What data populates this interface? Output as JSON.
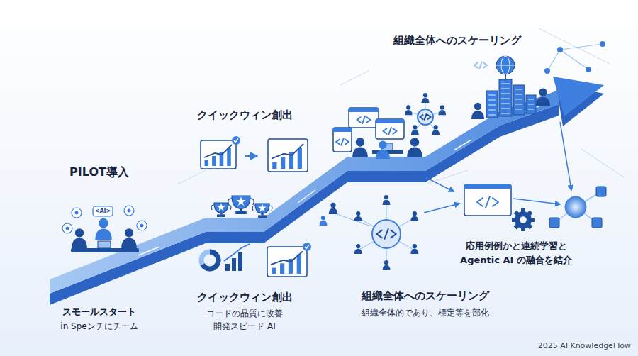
{
  "diagram": {
    "labels": [
      "PILOT導入",
      "<AI>",
      "スモールスタート",
      "in Speンチにチーム",
      "クイックウィン創出",
      "クイックウィン創出",
      "コードの品質に改善",
      "開発スピード AI",
      "組織全体へのスケーリング",
      "組織全体へのスケーリング",
      "組織全体的であり、標定等を部化",
      "応用例例かと連続学習と",
      "Agentic AI の融合を結介",
      "2025 AI KnowledgeFlow"
    ]
  }
}
